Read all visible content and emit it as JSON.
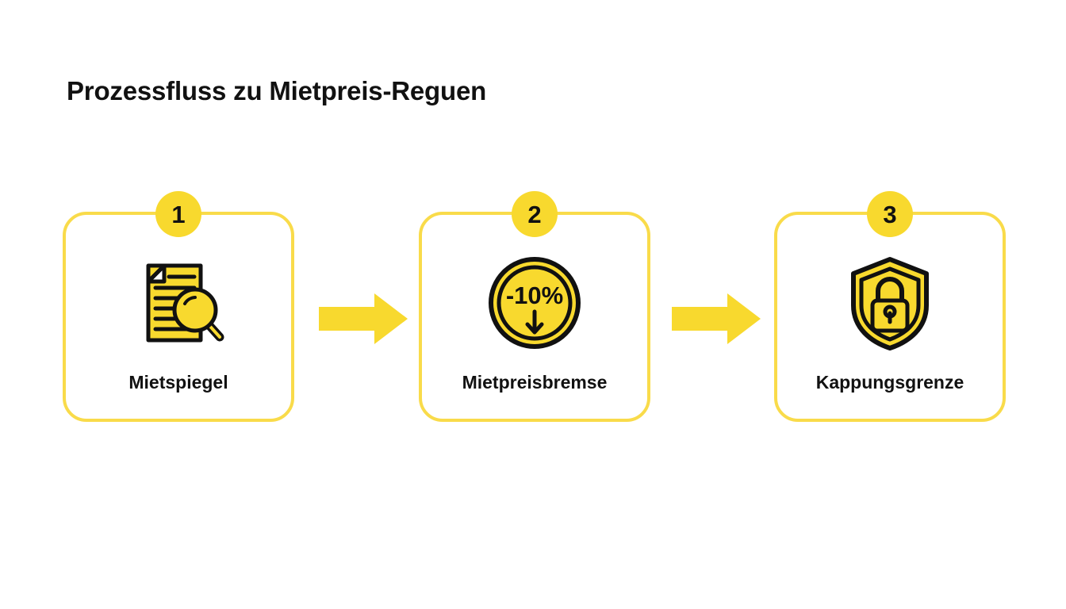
{
  "page": {
    "title": "Prozessfluss zu Mietpreis-Reguen",
    "background_color": "#ffffff",
    "accent_color": "#f8d92e",
    "border_color": "#f9db4a",
    "text_color": "#111111"
  },
  "flow": {
    "steps": [
      {
        "number": "1",
        "label": "Mietspiegel",
        "icon": "document-magnifier-icon"
      },
      {
        "number": "2",
        "label": "Mietpreisbremse",
        "icon": "percent-decrease-coin-icon",
        "icon_text": "-10%"
      },
      {
        "number": "3",
        "label": "Kappungsgrenze",
        "icon": "shield-lock-icon"
      }
    ],
    "connectors": [
      {
        "icon": "arrow-right-icon"
      },
      {
        "icon": "arrow-right-icon"
      }
    ]
  }
}
